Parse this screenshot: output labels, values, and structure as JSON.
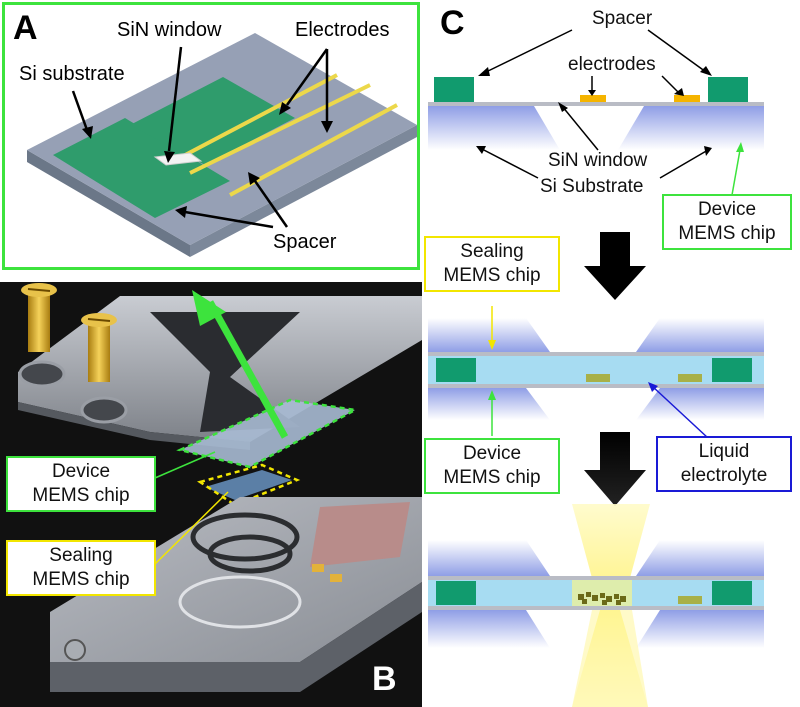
{
  "panels": {
    "a": {
      "letter": "A",
      "labels": {
        "sin_window": "SiN window",
        "electrodes": "Electrodes",
        "si_substrate": "Si substrate",
        "spacer": "Spacer"
      },
      "border_color": "#3de33d"
    },
    "b": {
      "letter": "B",
      "device_label": [
        "Device",
        "MEMS chip"
      ],
      "sealing_label": [
        "Sealing",
        "MEMS chip"
      ],
      "device_color": "#3de33d",
      "sealing_color": "#f2e600"
    },
    "c": {
      "letter": "C",
      "labels": {
        "spacer": "Spacer",
        "electrodes": "electrodes",
        "sin_window": "SiN window",
        "si_substrate": "Si Substrate"
      },
      "device_label_top": [
        "Device",
        "MEMS chip"
      ],
      "sealing_label": [
        "Sealing",
        "MEMS chip"
      ],
      "device_label_mid": [
        "Device",
        "MEMS chip"
      ],
      "liquid_label": [
        "Liquid",
        "electrolyte"
      ],
      "colors": {
        "spacer": "#119b6e",
        "electrode": "#f5b400",
        "liquid": "#a7dcf2",
        "substrate": "#9aa6e8",
        "beam": "#fff59a",
        "device_box": "#3de33d",
        "sealing_box": "#f2e600",
        "liquid_box": "#1a1ad6"
      }
    }
  }
}
